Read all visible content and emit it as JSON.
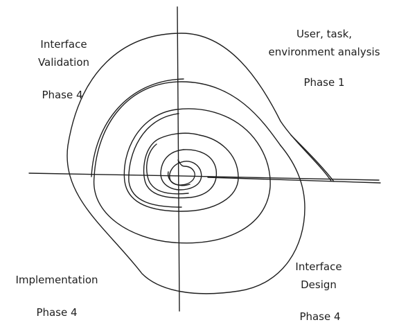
{
  "quadrants": {
    "top_right": {
      "title_line1": "User, task,",
      "title_line2": "environment analysis",
      "phase": "Phase 1"
    },
    "top_left": {
      "title_line1": "Interface",
      "title_line2": "Validation",
      "phase": "Phase 4"
    },
    "bottom_left": {
      "title_line1": "Implementation",
      "phase": "Phase 4"
    },
    "bottom_right": {
      "title_line1": "Interface",
      "title_line2": "Design",
      "phase": "Phase 4"
    }
  }
}
